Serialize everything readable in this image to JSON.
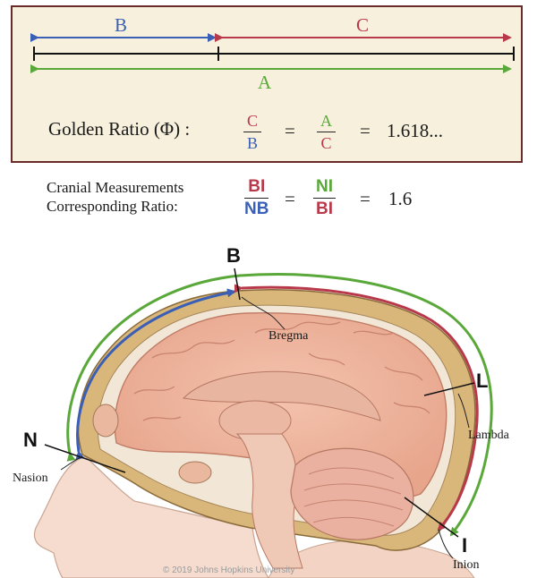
{
  "golden_box": {
    "segment_b": "B",
    "segment_c": "C",
    "segment_a": "A",
    "formula_label": "Golden Ratio (Φ) :",
    "frac1_num": "C",
    "frac1_den": "B",
    "frac2_num": "A",
    "frac2_den": "C",
    "equals": "=",
    "value": "1.618..."
  },
  "cranial": {
    "line1": "Cranial Measurements",
    "line2": "Corresponding Ratio:",
    "frac1_num": "BI",
    "frac1_den": "NB",
    "frac2_num": "NI",
    "frac2_den": "BI",
    "equals": "=",
    "value": "1.6"
  },
  "points": {
    "b": "B",
    "n": "N",
    "l": "L",
    "i": "I"
  },
  "annotations": {
    "bregma": "Bregma",
    "nasion": "Nasion",
    "lambda": "Lambda",
    "inion": "Inion"
  },
  "copyright": "© 2019 Johns Hopkins University",
  "colors": {
    "blue": "#3a5fb5",
    "red": "#b83a4a",
    "green": "#5aa83a",
    "box_border": "#6b2a2a",
    "box_fill": "#f6f0dc"
  }
}
